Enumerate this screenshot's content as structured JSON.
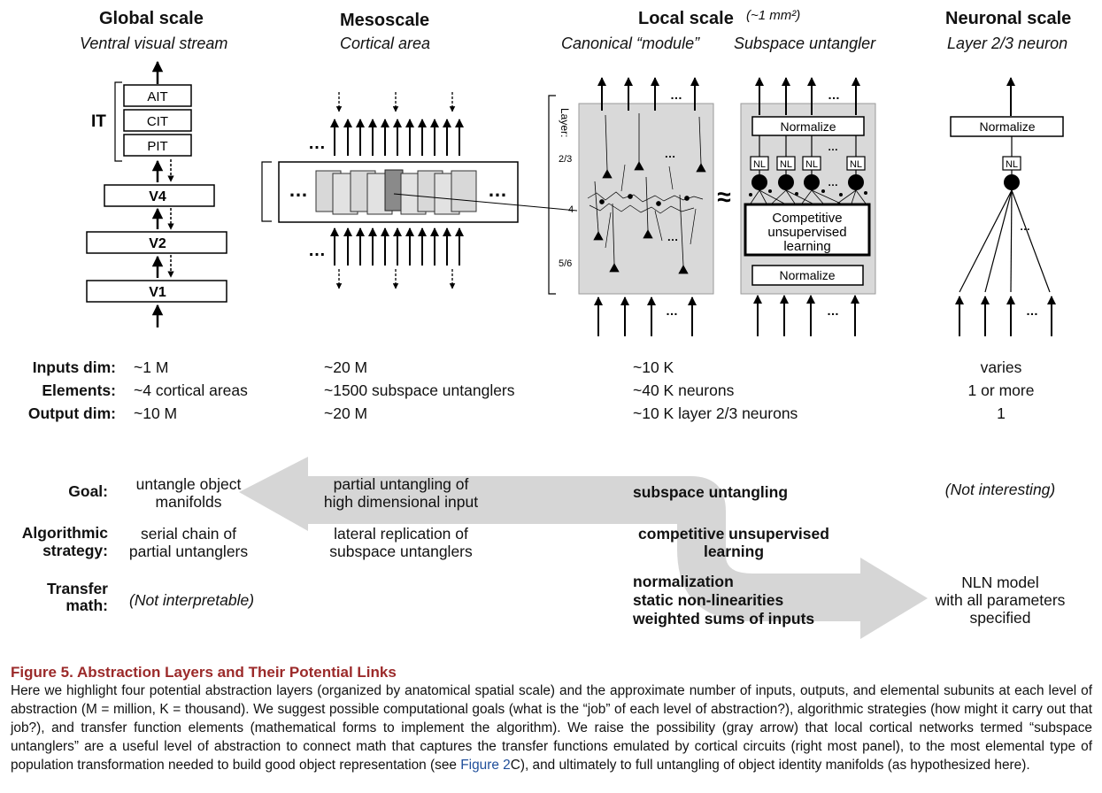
{
  "columns": {
    "global": {
      "title": "Global scale",
      "subtitle": "Ventral visual stream"
    },
    "meso": {
      "title": "Mesoscale",
      "subtitle": "Cortical area"
    },
    "local": {
      "title": "Local scale",
      "title_note": "(~1 mm²)",
      "subtitle_a": "Canonical “module”",
      "subtitle_b": "Subspace untangler"
    },
    "neuronal": {
      "title": "Neuronal scale",
      "subtitle": "Layer 2/3 neuron"
    }
  },
  "diagram": {
    "it_label": "IT",
    "areas": [
      "AIT",
      "CIT",
      "PIT",
      "V4",
      "V2",
      "V1"
    ],
    "layer_label": "Layer:",
    "layers": [
      "2/3",
      "4",
      "5/6"
    ],
    "normalize": "Normalize",
    "nl": "NL",
    "competitive": [
      "Competitive",
      "unsupervised",
      "learning"
    ],
    "approx": "≈",
    "dots": "…"
  },
  "dims": {
    "labels": [
      "Inputs dim:",
      "Elements:",
      "Output dim:"
    ],
    "global": [
      "~1 M",
      "~4 cortical areas",
      "~10 M"
    ],
    "meso": [
      "~20 M",
      "~1500 subspace untanglers",
      "~20 M"
    ],
    "local": [
      "~10 K",
      "~40 K neurons",
      "~10 K layer 2/3 neurons"
    ],
    "neuronal": [
      "varies",
      "1 or more",
      "1"
    ]
  },
  "goal": {
    "label": "Goal:",
    "global": [
      "untangle object",
      "manifolds"
    ],
    "meso": [
      "partial untangling of",
      "high dimensional input"
    ],
    "local": "subspace untangling",
    "neuronal": "(Not interesting)"
  },
  "algo": {
    "label": [
      "Algorithmic",
      "strategy:"
    ],
    "global": [
      "serial chain of",
      "partial untanglers"
    ],
    "meso": [
      "lateral replication of",
      "subspace untanglers"
    ],
    "local": [
      "competitive unsupervised",
      "learning"
    ]
  },
  "transfer": {
    "label": [
      "Transfer",
      "math:"
    ],
    "global": "(Not interpretable)",
    "local": [
      "normalization",
      "static non-linearities",
      "weighted sums of inputs"
    ],
    "neuronal": [
      "NLN model",
      "with all parameters",
      "specified"
    ]
  },
  "caption": {
    "title": "Figure 5.  Abstraction Layers and Their Potential Links",
    "body_1": "Here we highlight four potential abstraction layers (organized by anatomical spatial scale) and the approximate number of inputs, outputs, and elemental subunits at each level of abstraction (M = million, K = thousand). We suggest possible computational goals (what is the “job” of each level of abstraction?), algorithmic strategies (how might it carry out that job?), and transfer function elements (mathematical forms to implement the algorithm). We raise the possibility (gray arrow) that local cortical networks termed “subspace untanglers” are a useful level of abstraction to connect math that captures the transfer functions emulated by cortical circuits (right most panel), to the most elemental type of population transformation needed to build good object representation (see ",
    "link": "Figure 2",
    "body_2": "C), and ultimately to full untangling of object identity manifolds (as hypothesized here)."
  },
  "colors": {
    "caption_title": "#9b2a2a",
    "link": "#1f4e9a",
    "arrow_gray": "#d6d6d6",
    "panel_gray": "#d9d9d9"
  }
}
